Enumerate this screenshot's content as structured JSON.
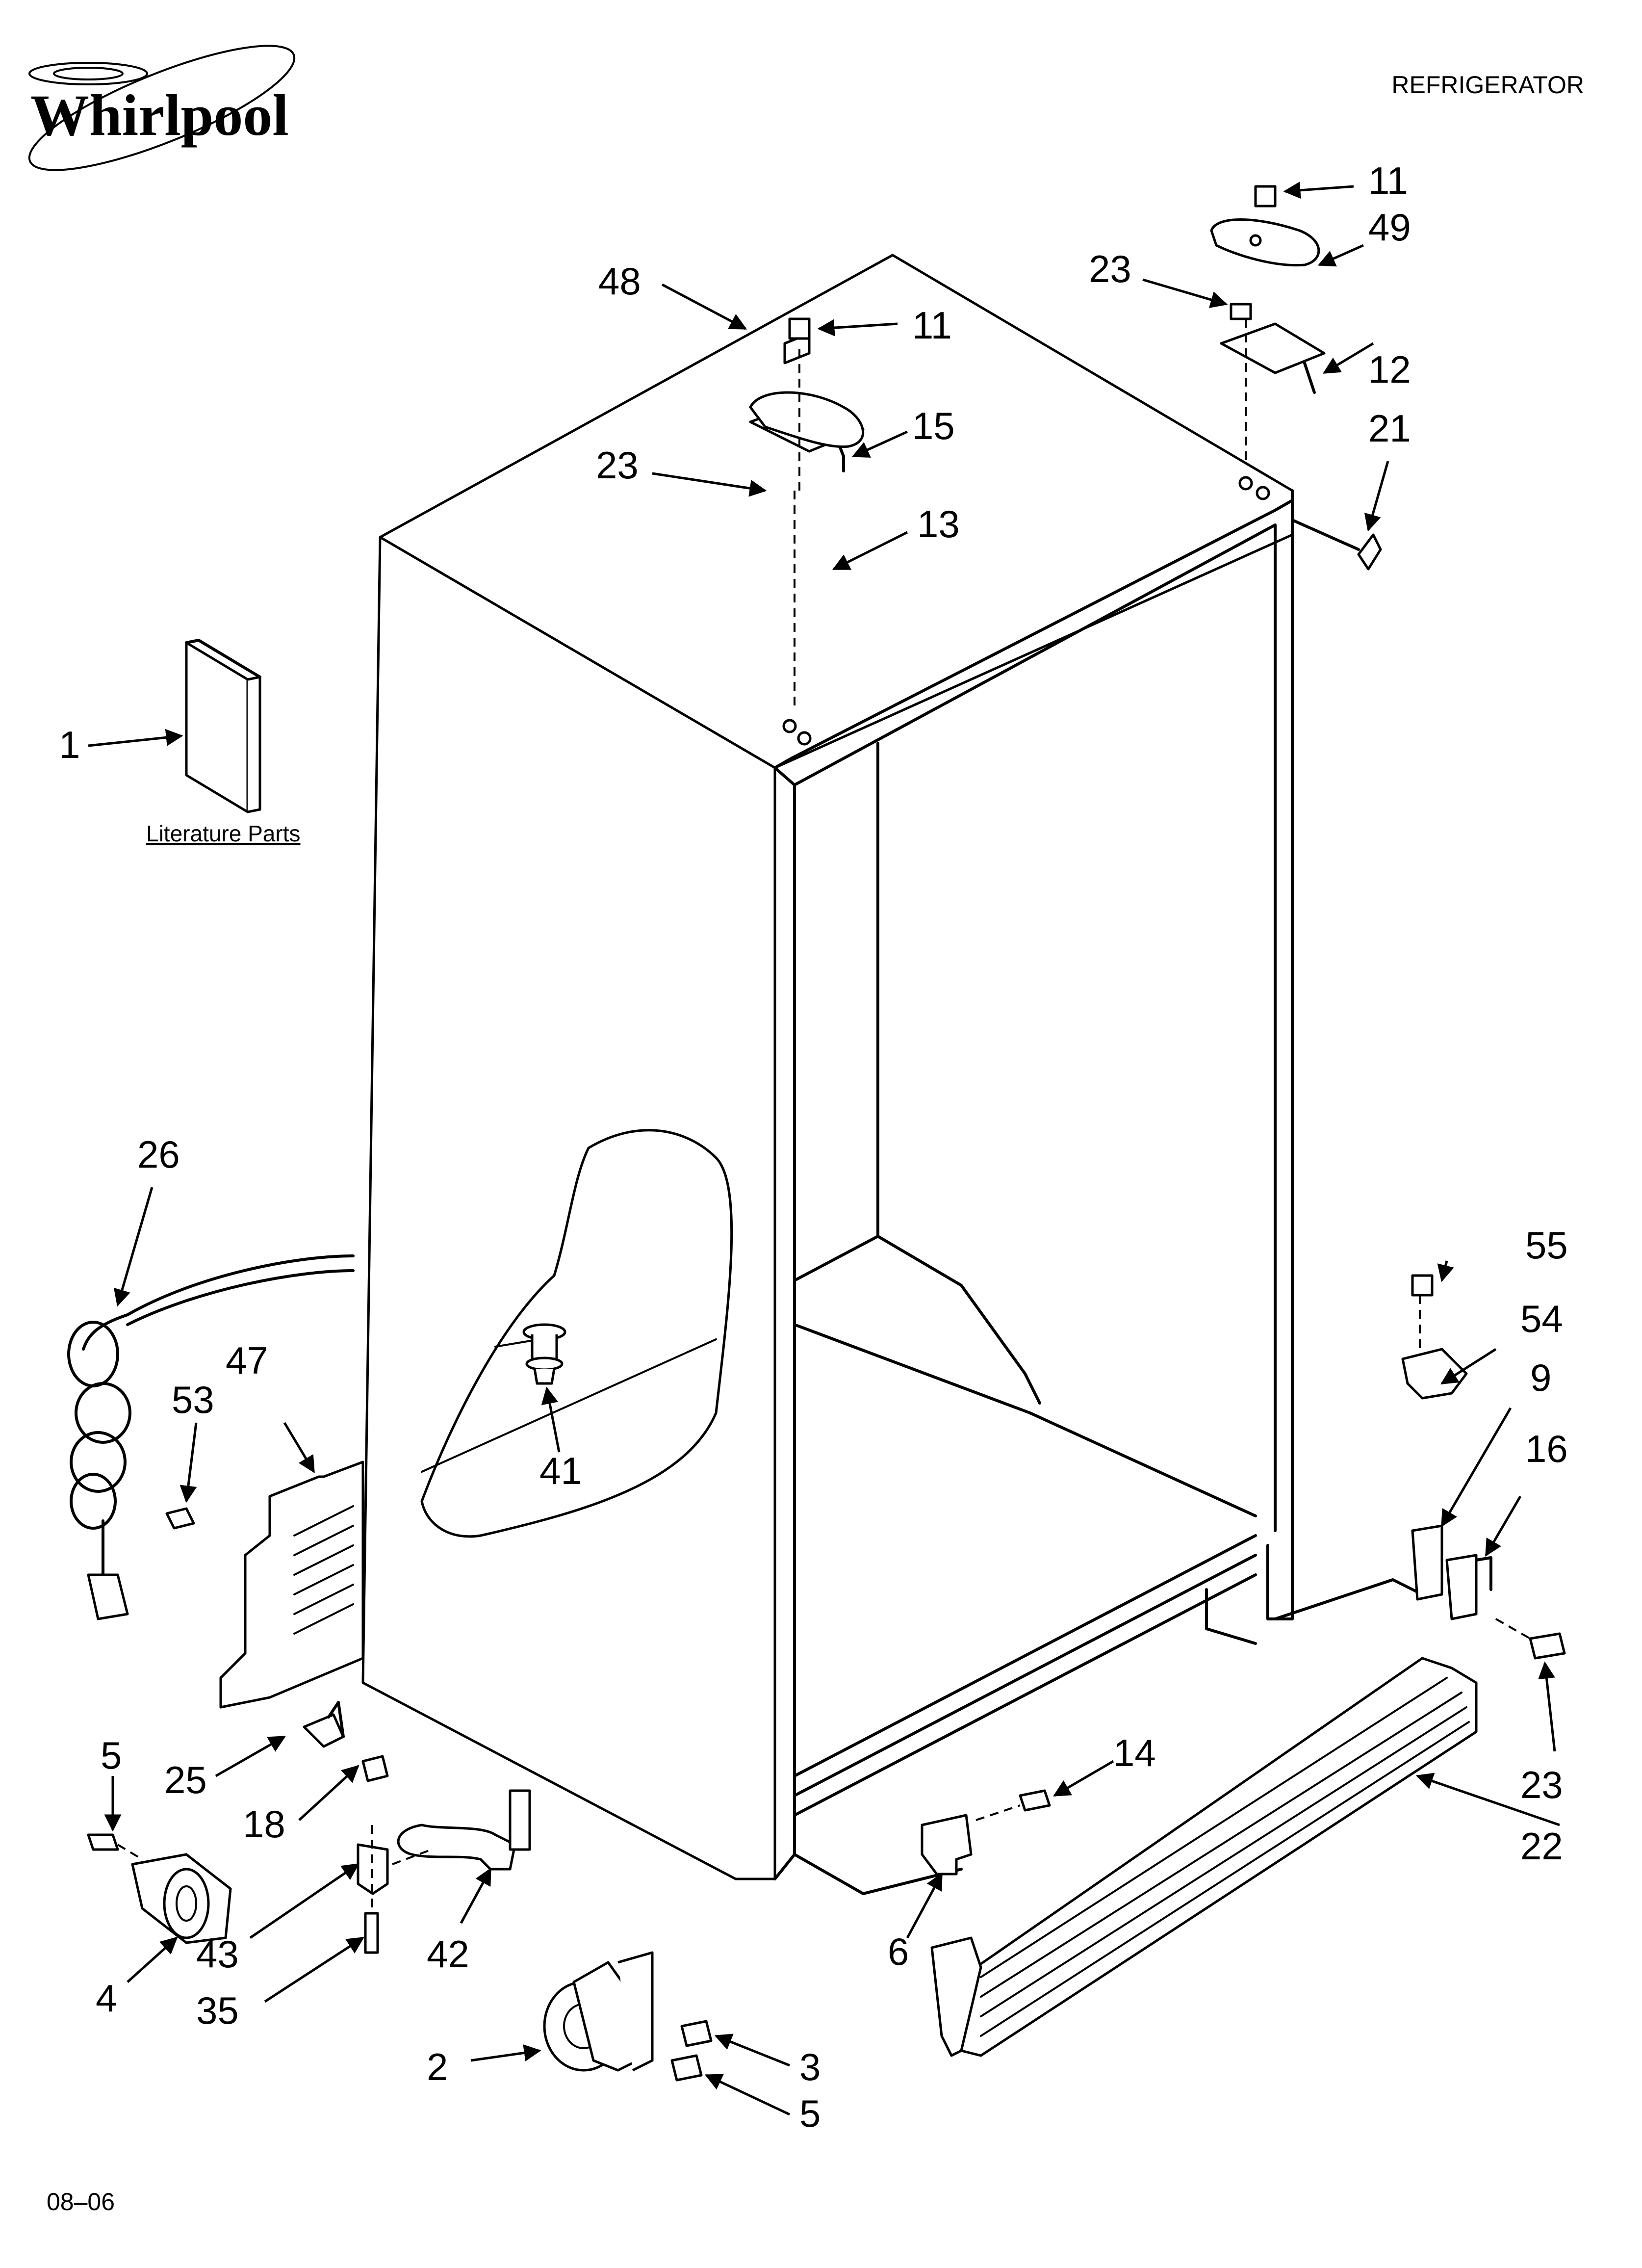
{
  "brand": {
    "name": "Whirlpool",
    "logo_icon": "whirlpool-swirl-logo"
  },
  "header": {
    "title": "REFRIGERATOR"
  },
  "literature": {
    "label": "Literature Parts"
  },
  "footer": {
    "code": "08–06"
  },
  "callouts": {
    "c1": "1",
    "c2": "2",
    "c3": "3",
    "c4": "4",
    "c5a": "5",
    "c5b": "5",
    "c6": "6",
    "c9": "9",
    "c11a": "11",
    "c11b": "11",
    "c12": "12",
    "c13": "13",
    "c14": "14",
    "c15": "15",
    "c16": "16",
    "c18": "18",
    "c21": "21",
    "c22": "22",
    "c23a": "23",
    "c23b": "23",
    "c23c": "23",
    "c25": "25",
    "c26": "26",
    "c35": "35",
    "c41": "41",
    "c42": "42",
    "c43": "43",
    "c47": "47",
    "c48": "48",
    "c49": "49",
    "c53": "53",
    "c54": "54",
    "c55": "55"
  }
}
